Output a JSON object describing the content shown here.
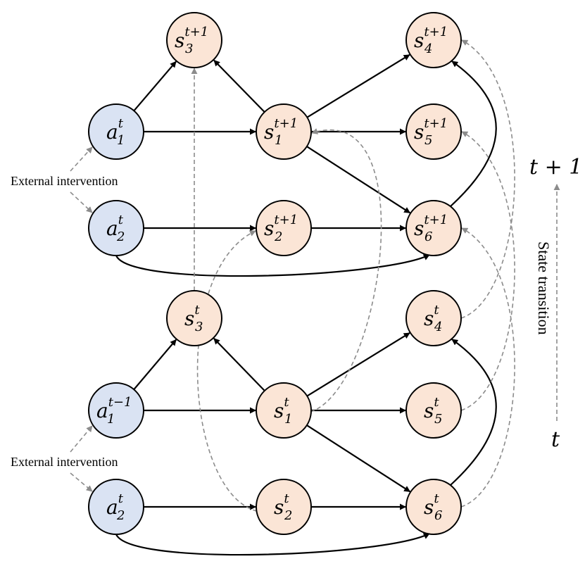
{
  "nodes": [
    {
      "id": "s3_next",
      "kind": "s",
      "base": "s",
      "sub": "3",
      "sup": "t+1"
    },
    {
      "id": "s4_next",
      "kind": "s",
      "base": "s",
      "sub": "4",
      "sup": "t+1"
    },
    {
      "id": "a1_t",
      "kind": "a",
      "base": "a",
      "sub": "1",
      "sup": "t"
    },
    {
      "id": "s1_next",
      "kind": "s",
      "base": "s",
      "sub": "1",
      "sup": "t+1"
    },
    {
      "id": "s5_next",
      "kind": "s",
      "base": "s",
      "sub": "5",
      "sup": "t+1"
    },
    {
      "id": "a2_t_top",
      "kind": "a",
      "base": "a",
      "sub": "2",
      "sup": "t"
    },
    {
      "id": "s2_next",
      "kind": "s",
      "base": "s",
      "sub": "2",
      "sup": "t+1"
    },
    {
      "id": "s6_next",
      "kind": "s",
      "base": "s",
      "sub": "6",
      "sup": "t+1"
    },
    {
      "id": "s3_t",
      "kind": "s",
      "base": "s",
      "sub": "3",
      "sup": "t"
    },
    {
      "id": "s4_t",
      "kind": "s",
      "base": "s",
      "sub": "4",
      "sup": "t"
    },
    {
      "id": "a1_prev",
      "kind": "a",
      "base": "a",
      "sub": "1",
      "sup": "t−1"
    },
    {
      "id": "s1_t",
      "kind": "s",
      "base": "s",
      "sub": "1",
      "sup": "t"
    },
    {
      "id": "s5_t",
      "kind": "s",
      "base": "s",
      "sub": "5",
      "sup": "t"
    },
    {
      "id": "a2_t_bottom",
      "kind": "a",
      "base": "a",
      "sub": "2",
      "sup": "t"
    },
    {
      "id": "s2_t",
      "kind": "s",
      "base": "s",
      "sub": "2",
      "sup": "t"
    },
    {
      "id": "s6_t",
      "kind": "s",
      "base": "s",
      "sub": "6",
      "sup": "t"
    }
  ],
  "edges": [
    {
      "from": "a1_t",
      "to": "s3_next"
    },
    {
      "from": "a1_t",
      "to": "s1_next"
    },
    {
      "from": "s1_next",
      "to": "s3_next"
    },
    {
      "from": "s1_next",
      "to": "s4_next"
    },
    {
      "from": "s1_next",
      "to": "s5_next"
    },
    {
      "from": "s1_next",
      "to": "s6_next"
    },
    {
      "from": "a2_t_top",
      "to": "s2_next"
    },
    {
      "from": "s2_next",
      "to": "s6_next"
    },
    {
      "from": "a2_t_top",
      "to": "s6_next",
      "curve": "under"
    },
    {
      "from": "s6_next",
      "to": "s4_next",
      "curve": "right"
    },
    {
      "from": "a1_prev",
      "to": "s3_t"
    },
    {
      "from": "a1_prev",
      "to": "s1_t"
    },
    {
      "from": "s1_t",
      "to": "s3_t"
    },
    {
      "from": "s1_t",
      "to": "s4_t"
    },
    {
      "from": "s1_t",
      "to": "s5_t"
    },
    {
      "from": "s1_t",
      "to": "s6_t"
    },
    {
      "from": "a2_t_bottom",
      "to": "s2_t"
    },
    {
      "from": "s2_t",
      "to": "s6_t"
    },
    {
      "from": "a2_t_bottom",
      "to": "s6_t",
      "curve": "under"
    },
    {
      "from": "s6_t",
      "to": "s4_t",
      "curve": "right"
    }
  ],
  "transitions": [
    {
      "from": "s3_t",
      "to": "s3_next"
    },
    {
      "from": "s1_t",
      "to": "s1_next"
    },
    {
      "from": "s2_t",
      "to": "s2_next"
    },
    {
      "from": "s4_t",
      "to": "s4_next"
    },
    {
      "from": "s5_t",
      "to": "s5_next"
    },
    {
      "from": "s6_t",
      "to": "s6_next"
    }
  ],
  "interventions": [
    {
      "label": "External intervention",
      "targets": [
        "a1_t",
        "a2_t_top"
      ]
    },
    {
      "label": "External intervention",
      "targets": [
        "a1_prev",
        "a2_t_bottom"
      ]
    }
  ],
  "time_axis": {
    "top_label": "t + 1",
    "bottom_label": "t",
    "caption": "State transition"
  },
  "colors": {
    "action_fill": "#dae3f3",
    "state_fill": "#fbe5d6",
    "edge": "#000000",
    "dashed": "#8c8c8c"
  }
}
